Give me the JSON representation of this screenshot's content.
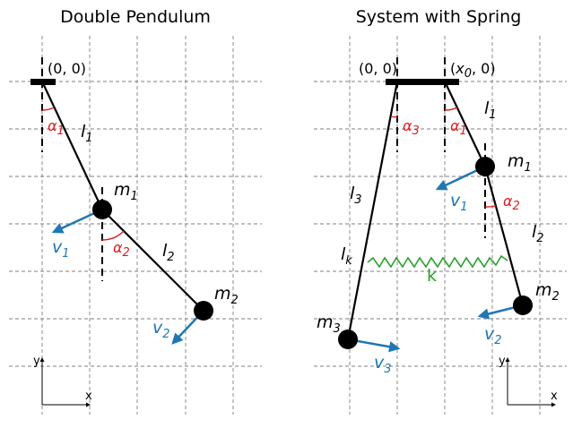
{
  "left_panel": {
    "title": "Double Pendulum",
    "pivot_label": "(0, 0)",
    "alpha1": {
      "base": "α",
      "sub": "1"
    },
    "alpha2": {
      "base": "α",
      "sub": "2"
    },
    "l1": {
      "base": "l",
      "sub": "1"
    },
    "l2": {
      "base": "l",
      "sub": "2"
    },
    "m1": {
      "base": "m",
      "sub": "1"
    },
    "m2": {
      "base": "m",
      "sub": "2"
    },
    "v1": {
      "base": "v",
      "sub": "1"
    },
    "v2": {
      "base": "v",
      "sub": "2"
    },
    "axis_y": "y",
    "axis_x": "x"
  },
  "right_panel": {
    "title": "System with Spring",
    "pivot_left_label": "(0, 0)",
    "pivot_right_label": {
      "open": "(",
      "base": "x",
      "sub": "0",
      "close": ", 0)"
    },
    "alpha1": {
      "base": "α",
      "sub": "1"
    },
    "alpha2": {
      "base": "α",
      "sub": "2"
    },
    "alpha3": {
      "base": "α",
      "sub": "3"
    },
    "l1": {
      "base": "l",
      "sub": "1"
    },
    "l2": {
      "base": "l",
      "sub": "2"
    },
    "l3": {
      "base": "l",
      "sub": "3"
    },
    "lk": {
      "base": "l",
      "sub": "k"
    },
    "m1": {
      "base": "m",
      "sub": "1"
    },
    "m2": {
      "base": "m",
      "sub": "2"
    },
    "m3": {
      "base": "m",
      "sub": "3"
    },
    "v1": {
      "base": "v",
      "sub": "1"
    },
    "v2": {
      "base": "v",
      "sub": "2"
    },
    "v3": {
      "base": "v",
      "sub": "3"
    },
    "spring_label": "k",
    "axis_y": "y",
    "axis_x": "x"
  },
  "colors": {
    "angle": "#e31a1c",
    "velocity": "#1f77b4",
    "spring": "#2ca02c",
    "grid": "#7f7f7f",
    "rod": "#000000"
  }
}
